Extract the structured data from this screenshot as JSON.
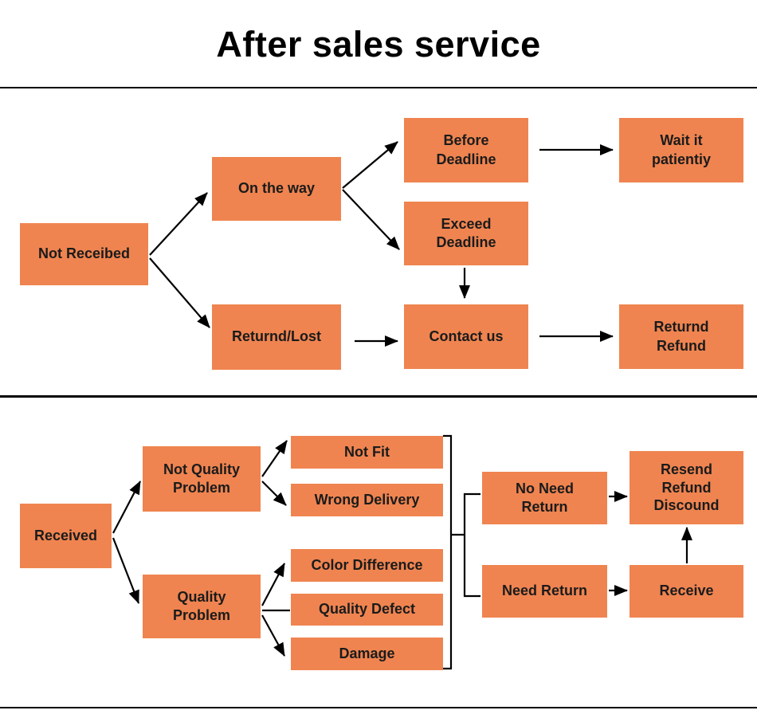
{
  "title": "After sales service",
  "colors": {
    "node_fill": "#EF8450",
    "node_text": "#1b1b1b",
    "connector": "#000000"
  },
  "nodes": {
    "not_receibed": "Not Receibed",
    "on_the_way": "On the way",
    "returnd_lost": "Returnd/Lost",
    "before_deadline": "Before\nDeadline",
    "exceed_deadline": "Exceed\nDeadline",
    "contact_us": "Contact us",
    "wait_it_patientiy": "Wait it\npatientiy",
    "returnd_refund": "Returnd\nRefund",
    "received": "Received",
    "not_quality_problem": "Not Quality\nProblem",
    "quality_problem": "Quality\nProblem",
    "not_fit": "Not Fit",
    "wrong_delivery": "Wrong Delivery",
    "color_difference": "Color Difference",
    "quality_defect": "Quality Defect",
    "damage": "Damage",
    "no_need_return": "No Need\nReturn",
    "need_return": "Need Return",
    "resend_refund_discound": "Resend\nRefund\nDiscound",
    "receive": "Receive"
  }
}
